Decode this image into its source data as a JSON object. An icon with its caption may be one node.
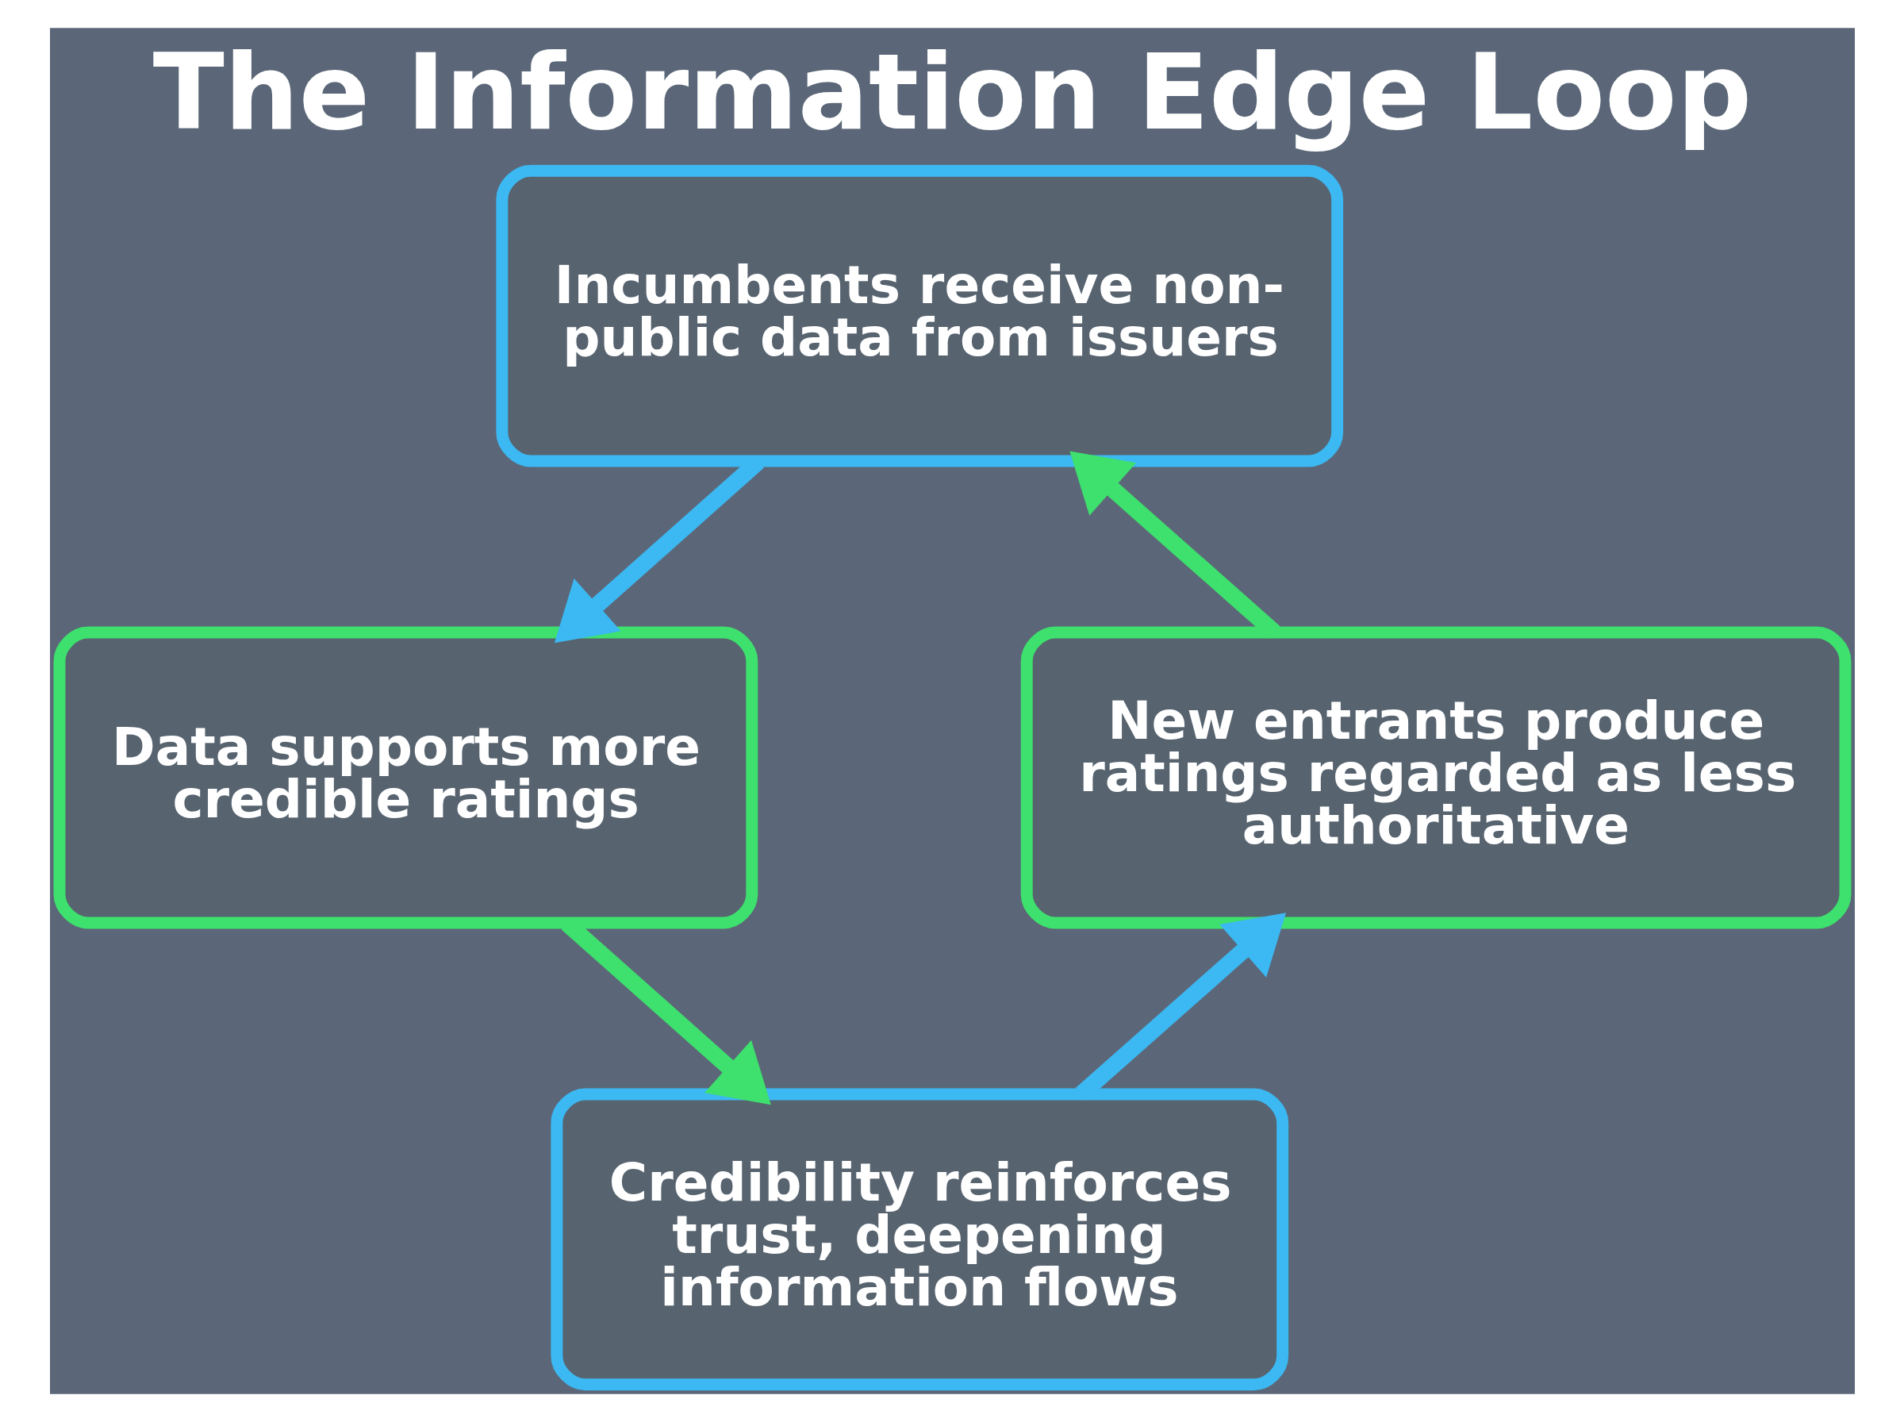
{
  "diagram": {
    "title": "The Information Edge Loop",
    "nodes": [
      {
        "text": [
          "Incumbents receive non-public data from issuers"
        ]
      },
      {
        "text": [
          "Data supports more credible ratings"
        ]
      },
      {
        "text": [
          "Credibility reinforces trust, deepening information flows"
        ]
      },
      {
        "text": [
          "New entrants produce ratings regarded as less authoritative"
        ]
      }
    ],
    "edges": [
      {
        "from": 0,
        "to": 1,
        "arrow": "to",
        "color": "#3cb8f2"
      },
      {
        "from": 1,
        "to": 2,
        "arrow": "to",
        "color": "#3ee06e"
      },
      {
        "from": 2,
        "to": 3,
        "arrow": "to",
        "color": "#3cb8f2"
      },
      {
        "from": 3,
        "to": 0,
        "arrow": "to",
        "color": "#3ee06e"
      }
    ]
  }
}
